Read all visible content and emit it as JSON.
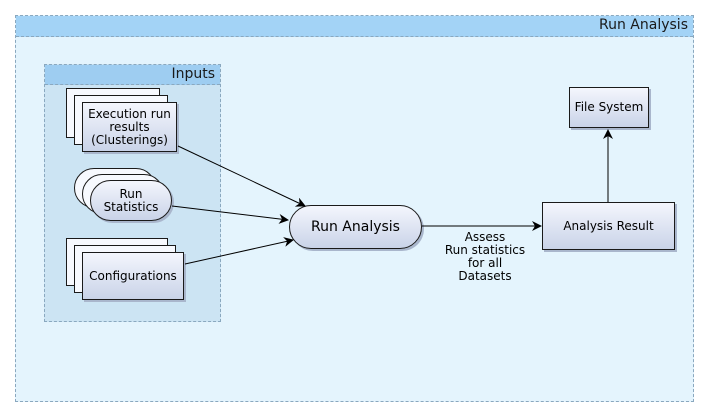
{
  "diagram": {
    "container_title": "Run Analysis",
    "inputs_group_title": "Inputs",
    "nodes": {
      "execution_results": "Execution run\nresults\n(Clusterings)",
      "run_statistics": "Run\nStatistics",
      "configurations": "Configurations",
      "run_analysis": "Run Analysis",
      "analysis_result": "Analysis Result",
      "file_system": "File System"
    },
    "edge_label": "Assess\nRun statistics\nfor all\nDatasets"
  }
}
